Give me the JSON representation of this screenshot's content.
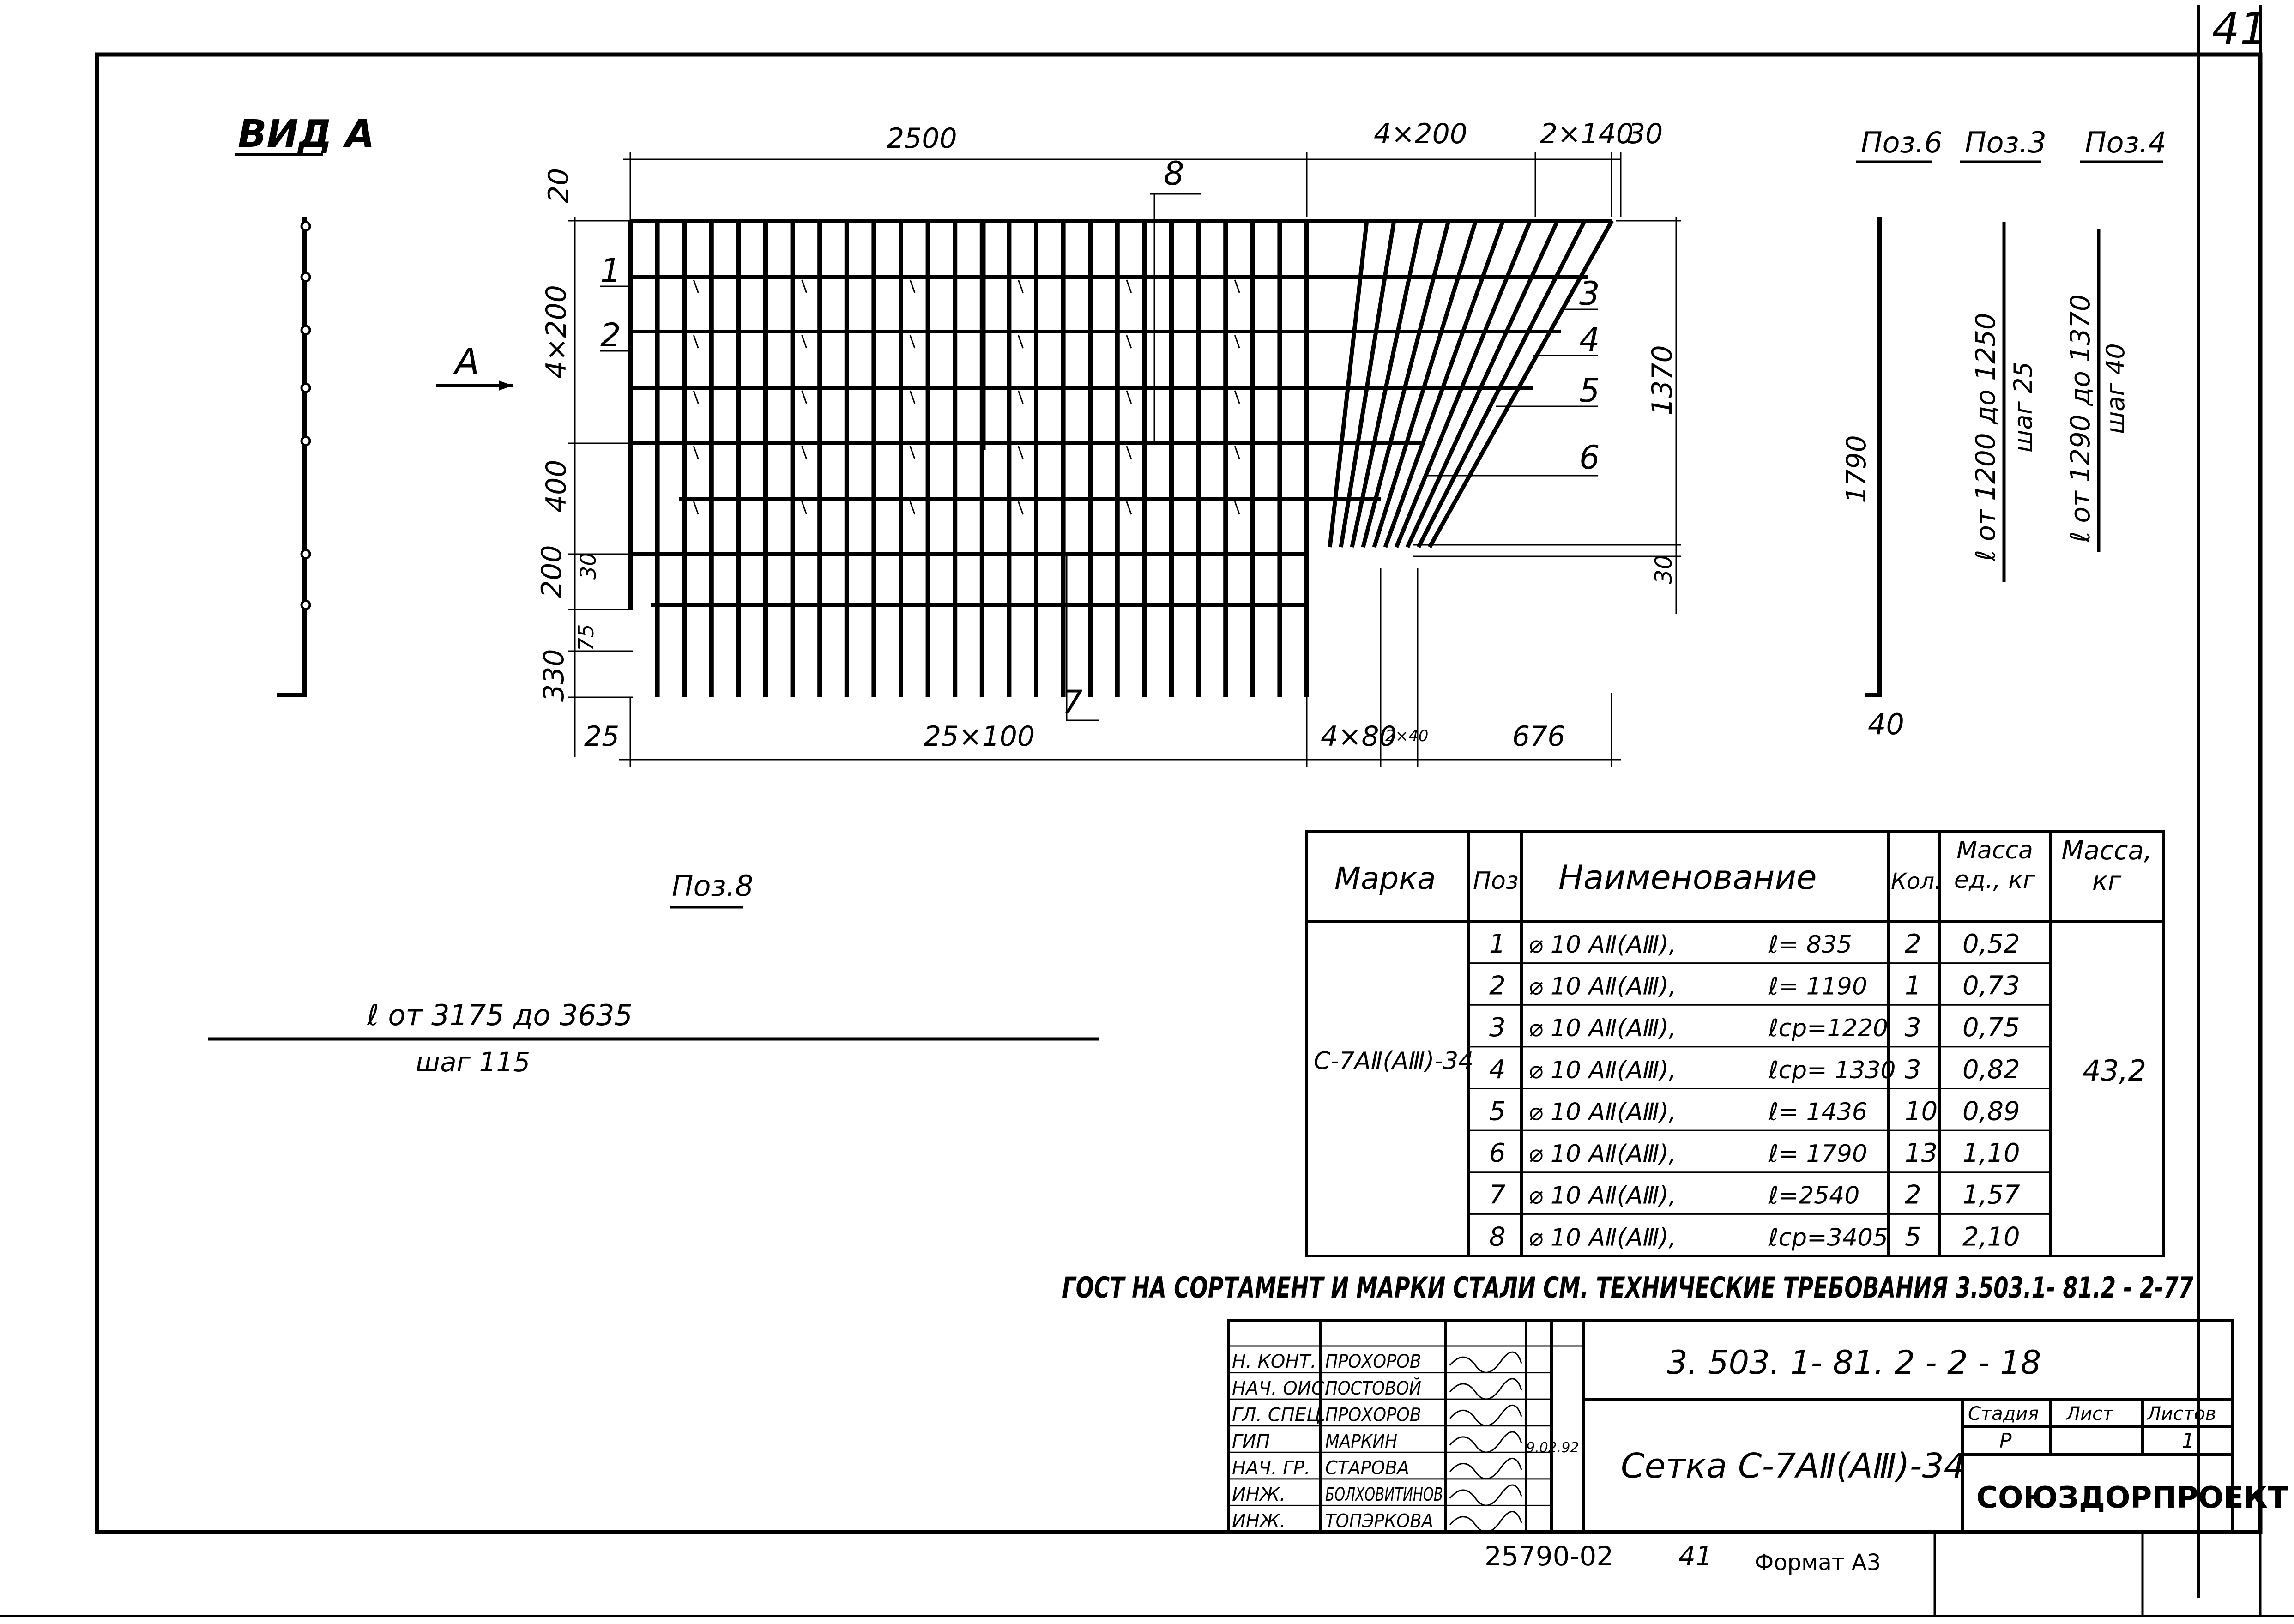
{
  "sheet_number": "41",
  "view": {
    "label": "ВИД А",
    "arrow_label": "А"
  },
  "dims": {
    "top_2500": "2500",
    "top_4x200": "4×200",
    "top_2x140": "2×140",
    "top_30": "30",
    "left_20": "20",
    "left_4x200": "4×200",
    "left_400": "400",
    "left_200": "200",
    "left_30": "30",
    "left_75": "75",
    "left_330": "330",
    "right_1370": "1370",
    "right_30": "30",
    "bottom_25": "25",
    "bottom_25x100": "25×100",
    "bottom_4x80": "4×80",
    "bottom_2x40": "2×40",
    "bottom_676": "676"
  },
  "callouts": [
    "1",
    "2",
    "3",
    "4",
    "5",
    "6",
    "7",
    "8"
  ],
  "positions": {
    "pos6": {
      "label": "Поз.6",
      "length": "1790",
      "end": "40"
    },
    "pos3": {
      "label": "Поз.3",
      "text": "ℓ от 1200 до 1250",
      "step": "шаг 25"
    },
    "pos4": {
      "label": "Поз.4",
      "text": "ℓ от 1290 до 1370",
      "step": "шаг 40"
    },
    "pos8": {
      "label": "Поз.8",
      "text": "ℓ от 3175  до 3635",
      "step": "шаг 115"
    }
  },
  "spec_table": {
    "headers": {
      "marka": "Марка",
      "poz": "Поз.",
      "name": "Наименование",
      "kol": "Кол.",
      "mass_unit": "Масса ед., кг",
      "mass": "Масса, кг"
    },
    "marka": "С-7АⅡ(АⅢ)-34",
    "mass_total": "43,2",
    "rows": [
      {
        "poz": "1",
        "name": "⌀ 10 АⅡ(АⅢ),",
        "len": "ℓ= 835",
        "kol": "2",
        "mass": "0,52"
      },
      {
        "poz": "2",
        "name": "⌀ 10 АⅡ(АⅢ),",
        "len": "ℓ= 1190",
        "kol": "1",
        "mass": "0,73"
      },
      {
        "poz": "3",
        "name": "⌀ 10 АⅡ(АⅢ),",
        "len": "ℓср=1220",
        "kol": "3",
        "mass": "0,75"
      },
      {
        "poz": "4",
        "name": "⌀ 10 АⅡ(АⅢ),",
        "len": "ℓср= 1330",
        "kol": "3",
        "mass": "0,82"
      },
      {
        "poz": "5",
        "name": "⌀ 10 АⅡ(АⅢ),",
        "len": "ℓ= 1436",
        "kol": "10",
        "mass": "0,89"
      },
      {
        "poz": "6",
        "name": "⌀ 10 АⅡ(АⅢ),",
        "len": "ℓ= 1790",
        "kol": "13",
        "mass": "1,10"
      },
      {
        "poz": "7",
        "name": "⌀ 10 АⅡ(АⅢ),",
        "len": "ℓ=2540",
        "kol": "2",
        "mass": "1,57"
      },
      {
        "poz": "8",
        "name": "⌀ 10 АⅡ(АⅢ),",
        "len": "ℓср=3405",
        "kol": "5",
        "mass": "2,10"
      }
    ]
  },
  "gost_note": "ГОСТ  НА  СОРТАМЕНТ  И МАРКИ  СТАЛИ  СМ. ТЕХНИЧЕСКИЕ  ТРЕБОВАНИЯ  3.503.1- 81.2 - 2-77",
  "title_block": {
    "doc_code": "3. 503. 1- 81. 2 - 2 - 18",
    "title": "Сетка  С-7АⅡ(АⅢ)-34",
    "stage_label": "Стадия",
    "sheet_label": "Лист",
    "sheets_label": "Листов",
    "stage": "Р",
    "sheets": "1",
    "org": "СОЮЗДОРПРОЕКТ",
    "date": "9.02.92",
    "people": [
      {
        "role": "Н. КОНТ.",
        "name": "ПРОХОРОВ"
      },
      {
        "role": "НАЧ. ОИС.",
        "name": "ПОСТОВОЙ"
      },
      {
        "role": "ГЛ. СПЕЦ.",
        "name": "ПРОХОРОВ"
      },
      {
        "role": "ГИП",
        "name": "МАРКИН"
      },
      {
        "role": "НАЧ. ГР.",
        "name": "СТАРОВА"
      },
      {
        "role": "ИНЖ.",
        "name": "БОЛХОВИТИНОВ"
      },
      {
        "role": "ИНЖ.",
        "name": "ТОПЭРКОВА"
      }
    ]
  },
  "footer": {
    "inventory": "25790-02",
    "page": "41",
    "format": "Формат А3"
  }
}
